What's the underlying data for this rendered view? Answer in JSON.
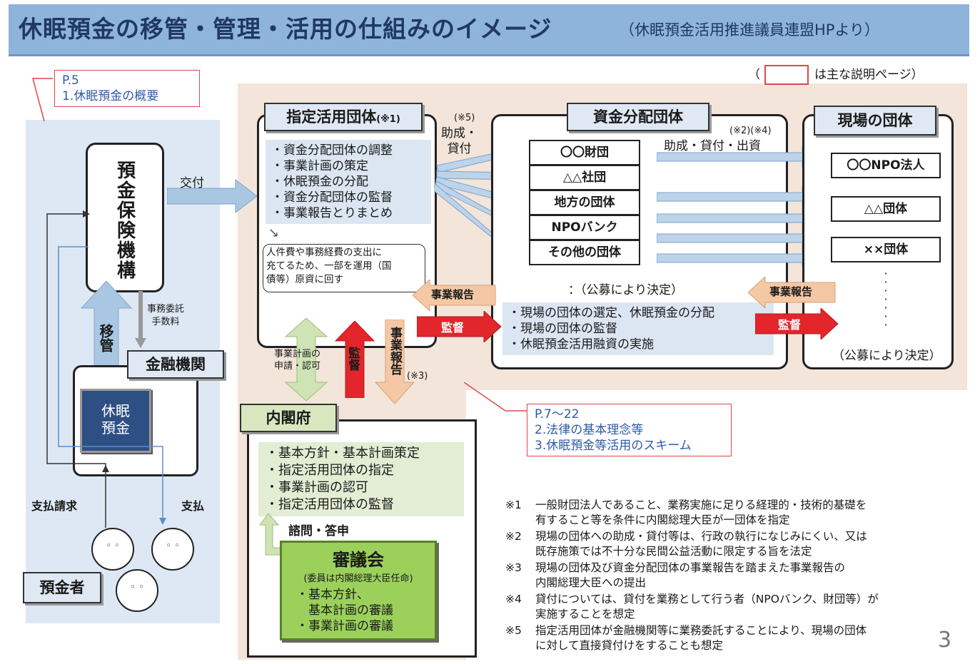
{
  "header": {
    "title": "休眠預金の移管・管理・活用の仕組みのイメージ",
    "source": "（休眠預金活用推進議員連盟HPより）"
  },
  "legend": {
    "open": "（",
    "text": "は主な説明ページ）"
  },
  "refs": {
    "p5": {
      "page": "P.5",
      "item": "1.休眠預金の概要"
    },
    "p7": {
      "page": "P.7～22",
      "item1": "2.法律の基本理念等",
      "item2": "3.休眠預金等活用のスキーム"
    }
  },
  "left": {
    "deposit_org": "預金保険機構",
    "transfer_label": "移管",
    "fee_label": "事務委託\n手数料",
    "bank": "金融機関",
    "dormant": "休眠\n預金",
    "claim": "支払請求",
    "payment": "支払",
    "depositor": "預金者",
    "grant_label": "交付"
  },
  "designated": {
    "title": "指定活用団体",
    "note_mark": "(※1)",
    "items": [
      "・資金分配団体の調整",
      "・事業計画の策定",
      "・休眠預金の分配",
      "・資金分配団体の監督",
      "・事業報告とりまとめ"
    ],
    "cost_note": "人件費や事務経費の支出に\n充てるため、一部を運用（国\n債等）原資に回す"
  },
  "aid_label": {
    "mark": "(※5)",
    "text": "助成・\n貸付"
  },
  "fund_dist": {
    "title": "資金分配団体",
    "orgs": [
      "〇〇財団",
      "△△社団",
      "地方の団体",
      "NPOバンク",
      "その他の団体"
    ],
    "decided": "：（公募により決定）",
    "items": [
      "・現場の団体の選定、休眠預金の分配",
      "・現場の団体の監督",
      "・休眠預金活用融資の実施"
    ],
    "flow_label": "助成・貸付・出資",
    "flow_mark": "(※2)(※4)"
  },
  "field": {
    "title": "現場の団体",
    "orgs": [
      "〇〇NPO法人",
      "△△団体",
      "××団体"
    ],
    "decided": "（公募により決定）"
  },
  "arrows": {
    "report": "事業報告",
    "supervise": "監督",
    "plan": "事業計画の\n申請・認可",
    "supervise_v": "監督",
    "report_v": "事業報告",
    "report_mark": "(※3)"
  },
  "cabinet": {
    "title": "内閣府",
    "items": [
      "・基本方針・基本計画策定",
      "・指定活用団体の指定",
      "・事業計画の認可",
      "・指定活用団体の監督"
    ],
    "consult": "諮問・答申"
  },
  "council": {
    "title": "審議会",
    "sub": "(委員は内閣総理大臣任命)",
    "items": [
      "・基本方針、\n　基本計画の審議",
      "・事業計画の審議"
    ]
  },
  "notes": [
    {
      "mark": "※1",
      "text": "一般財団法人であること、業務実施に足りる経理的・技術的基礎を\n有すること等を条件に内閣総理大臣が一団体を指定"
    },
    {
      "mark": "※2",
      "text": "現場の団体への助成・貸付等は、行政の執行になじみにくい、又は\n既存施策では不十分な民間公益活動に限定する旨を法定"
    },
    {
      "mark": "※3",
      "text": "現場の団体及び資金分配団体の事業報告を踏まえた事業報告の\n内閣総理大臣への提出"
    },
    {
      "mark": "※4",
      "text": "貸付については、貸付を業務として行う者（NPOバンク、財団等）が\n実施することを想定"
    },
    {
      "mark": "※5",
      "text": "指定活用団体が金融機関等に業務委託することにより、現場の団体\nに対して直接貸付けをすることも想定"
    }
  ],
  "page_number": "3",
  "colors": {
    "title_bar": "#8fb4dc",
    "red_ref": "#e0474c",
    "report_arrow": "#f4c8a4",
    "supervise_arrow": "#e2262c",
    "plan_arrow": "#cfe3b4",
    "council": "#9bd15b"
  }
}
